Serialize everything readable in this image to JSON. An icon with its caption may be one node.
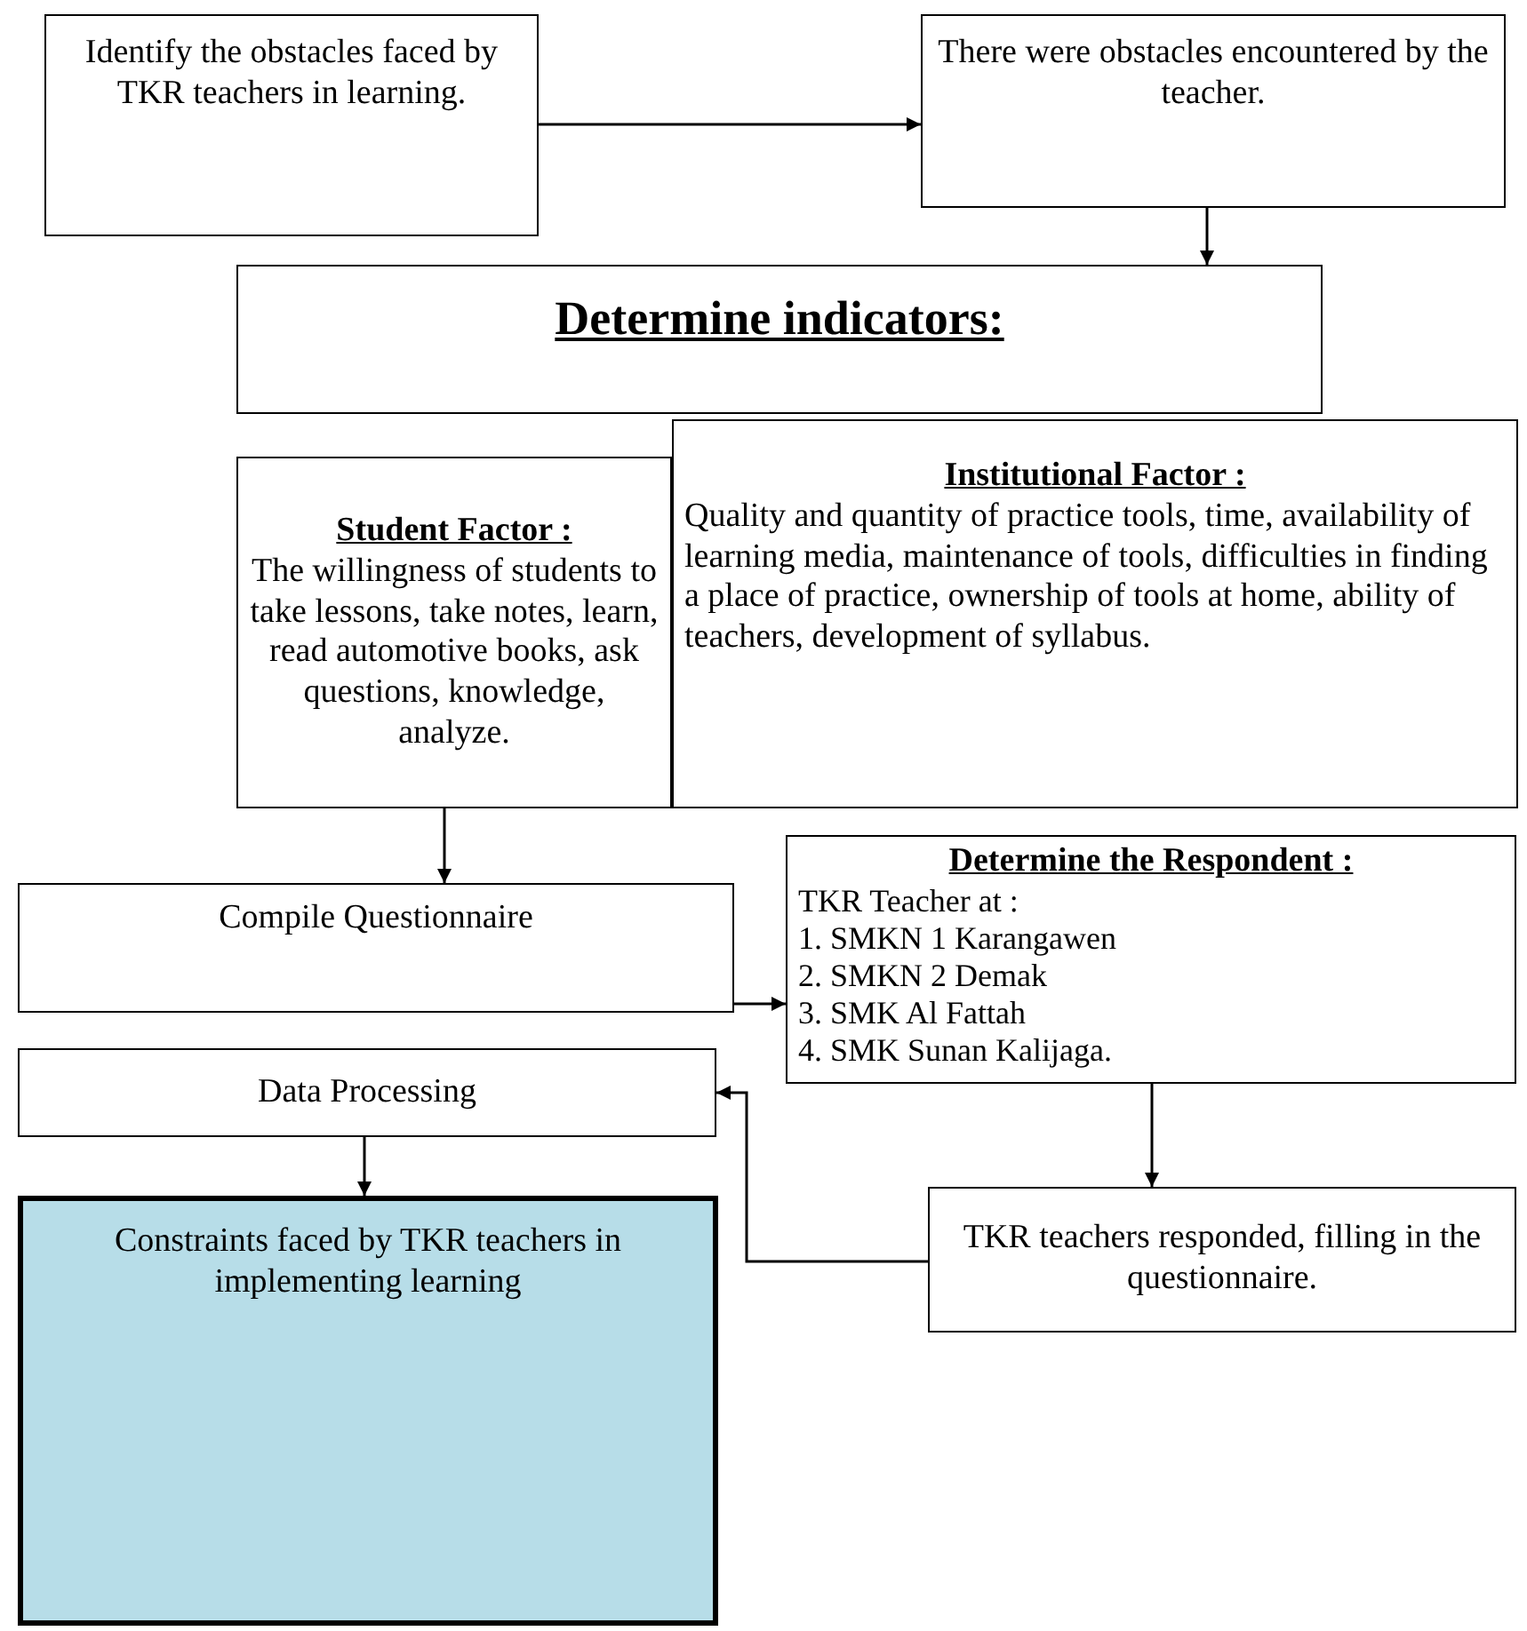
{
  "diagram": {
    "nodes": [
      {
        "text": [
          "Identify the obstacles faced by TKR teachers in learning."
        ]
      },
      {
        "text": [
          "There were obstacles encountered by the teacher."
        ]
      },
      {
        "text": [
          "Determine indicators:"
        ]
      },
      {
        "text": [
          "Student Factor :",
          "The willingness of students to take lessons, take notes, learn, read automotive books, ask questions, knowledge, analyze."
        ]
      },
      {
        "text": [
          "Institutional Factor :",
          "Quality and quantity of practice tools, time, availability of learning media, maintenance of tools, difficulties in finding a place of practice, ownership of tools at home, ability of teachers, development of syllabus."
        ]
      },
      {
        "text": [
          "Compile Questionnaire"
        ]
      },
      {
        "text": [
          "Determine the Respondent :",
          "TKR Teacher at :",
          "1. SMKN 1 Karangawen",
          "2. SMKN 2 Demak",
          "3. SMK Al Fattah",
          "4. SMK Sunan Kalijaga."
        ]
      },
      {
        "text": [
          "Data Processing"
        ]
      },
      {
        "text": [
          "TKR teachers responded, filling in the questionnaire."
        ]
      },
      {
        "text": [
          "Constraints faced by TKR teachers in implementing learning"
        ]
      }
    ],
    "edges": [
      {
        "from": 0,
        "to": 1,
        "arrow": "to"
      },
      {
        "from": 1,
        "to": 2,
        "arrow": "to"
      },
      {
        "from": 3,
        "to": 5,
        "arrow": "to"
      },
      {
        "from": 5,
        "to": 6,
        "arrow": "to"
      },
      {
        "from": 6,
        "to": 8,
        "arrow": "to"
      },
      {
        "from": 8,
        "to": 7,
        "arrow": "to"
      },
      {
        "from": 7,
        "to": 9,
        "arrow": "to"
      }
    ]
  }
}
